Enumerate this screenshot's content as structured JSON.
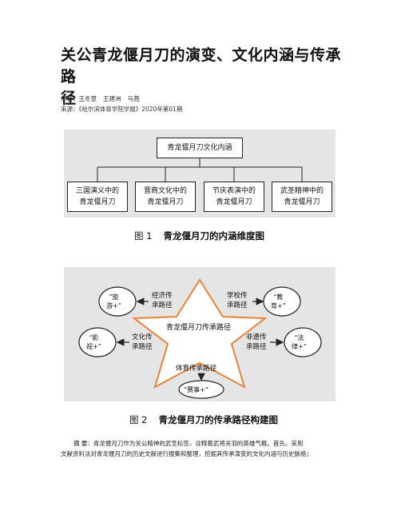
{
  "article": {
    "title_line1": "关公青龙偃月刀的演变、文化内涵与传承路",
    "title_line2": "径",
    "author_label": "作者：",
    "authors": [
      "王冬慧",
      "王建洲",
      "马茜"
    ],
    "source_label": "来源：",
    "source": "《哈尔滨体育学院学报》2020年第01期"
  },
  "figure1": {
    "top_box": "青龙偃月刀文化内涵",
    "boxes": [
      {
        "line1": "三国演义中的",
        "line2": "青龙偃月刀"
      },
      {
        "line1": "晋商文化中的",
        "line2": "青龙偃月刀"
      },
      {
        "line1": "节庆表演中的",
        "line2": "青龙偃月刀"
      },
      {
        "line1": "武圣精神中的",
        "line2": "青龙偃月刀"
      }
    ],
    "caption_num": "图 1",
    "caption": "青龙偃月刀的内涵维度图"
  },
  "figure2": {
    "center_label": "青龙偃月刀传承路径",
    "paths": [
      {
        "line1": "经济传",
        "line2": "承路径"
      },
      {
        "line1": "学校传",
        "line2": "承路径"
      },
      {
        "line1": "文化传",
        "line2": "承路径"
      },
      {
        "line1": "非遗传",
        "line2": "承路径"
      },
      {
        "line1": "体育传承路径",
        "line2": ""
      }
    ],
    "ovals": [
      {
        "line1": "“旅",
        "line2": "游+”"
      },
      {
        "line1": "“教",
        "line2": "育+”"
      },
      {
        "line1": "“影",
        "line2": "视+”"
      },
      {
        "line1": "“法",
        "line2": "律+”"
      },
      {
        "line1": "“赛事+”",
        "line2": ""
      }
    ],
    "star_color": "#e8823a",
    "caption_num": "图 2",
    "caption": "青龙偃月刀的传承路径构建图"
  },
  "abstract": {
    "line1": "摘 要：青龙偃月刀作为关公精神的武圣标签，诠释着武将关羽的英雄气概。首先，采用",
    "line2": "文献资料法对青龙偃月刀的历史文献进行搜集和整理，挖掘其传承演变的文化内涵与历史脉络；"
  }
}
